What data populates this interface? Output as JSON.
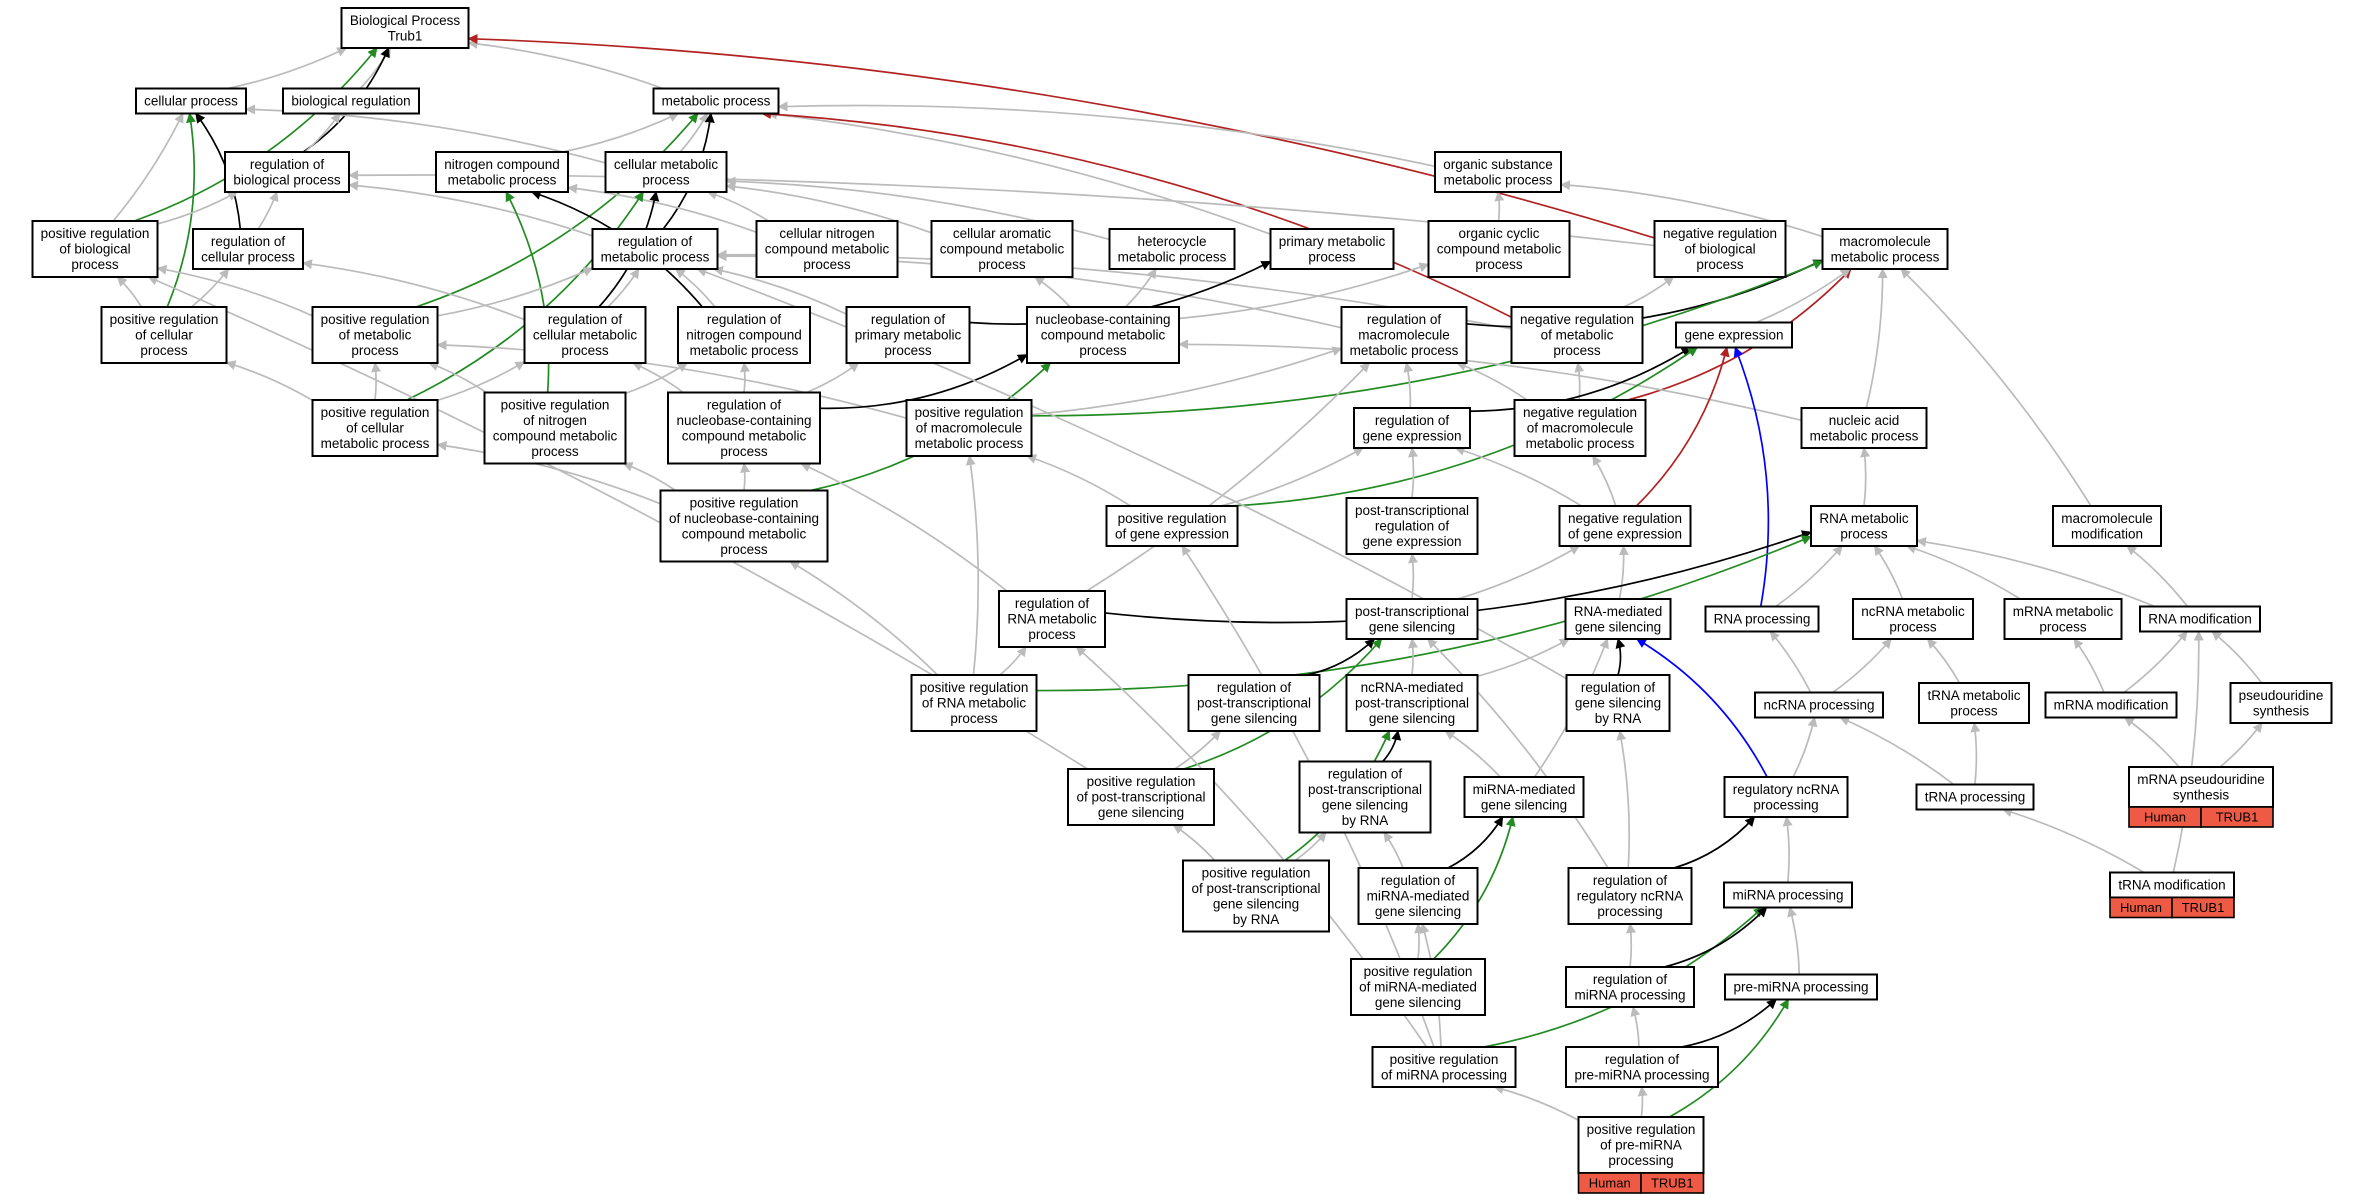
{
  "colors": {
    "grey": "#bbbbbb",
    "black": "#000000",
    "green": "#228b22",
    "red": "#b22222",
    "blue": "#0000ff",
    "tag": "#ef5a45"
  },
  "nodes": {
    "bp": {
      "lines": [
        "Biological Process",
        "Trub1"
      ]
    },
    "cp": {
      "lines": [
        "cellular process"
      ]
    },
    "breg": {
      "lines": [
        "biological regulation"
      ]
    },
    "met": {
      "lines": [
        "metabolic process"
      ]
    },
    "rbp": {
      "lines": [
        "regulation of",
        "biological process"
      ]
    },
    "ncmp": {
      "lines": [
        "nitrogen compound",
        "metabolic process"
      ]
    },
    "cmp": {
      "lines": [
        "cellular metabolic",
        "process"
      ]
    },
    "osmp": {
      "lines": [
        "organic substance",
        "metabolic process"
      ]
    },
    "prbp": {
      "lines": [
        "positive regulation",
        "of biological",
        "process"
      ]
    },
    "rcp": {
      "lines": [
        "regulation of",
        "cellular process"
      ]
    },
    "rmp": {
      "lines": [
        "regulation of",
        "metabolic process"
      ]
    },
    "cncmp": {
      "lines": [
        "cellular nitrogen",
        "compound metabolic",
        "process"
      ]
    },
    "cacmp": {
      "lines": [
        "cellular aromatic",
        "compound metabolic",
        "process"
      ]
    },
    "hmp": {
      "lines": [
        "heterocycle",
        "metabolic process"
      ]
    },
    "pmp": {
      "lines": [
        "primary metabolic",
        "process"
      ]
    },
    "occmp": {
      "lines": [
        "organic cyclic",
        "compound metabolic",
        "process"
      ]
    },
    "nrbp": {
      "lines": [
        "negative regulation",
        "of biological",
        "process"
      ]
    },
    "mmp": {
      "lines": [
        "macromolecule",
        "metabolic process"
      ]
    },
    "prcp": {
      "lines": [
        "positive regulation",
        "of cellular",
        "process"
      ]
    },
    "prmp": {
      "lines": [
        "positive regulation",
        "of metabolic",
        "process"
      ]
    },
    "rcmp": {
      "lines": [
        "regulation of",
        "cellular metabolic",
        "process"
      ]
    },
    "rncmp": {
      "lines": [
        "regulation of",
        "nitrogen compound",
        "metabolic process"
      ]
    },
    "rprmp": {
      "lines": [
        "regulation of",
        "primary metabolic",
        "process"
      ]
    },
    "nbcmp": {
      "lines": [
        "nucleobase-containing",
        "compound metabolic",
        "process"
      ]
    },
    "rmmp": {
      "lines": [
        "regulation of",
        "macromolecule",
        "metabolic process"
      ]
    },
    "nrmp": {
      "lines": [
        "negative regulation",
        "of metabolic",
        "process"
      ]
    },
    "ge": {
      "lines": [
        "gene expression"
      ]
    },
    "prcmp": {
      "lines": [
        "positive regulation",
        "of cellular",
        "metabolic process"
      ]
    },
    "prncmp": {
      "lines": [
        "positive regulation",
        "of nitrogen",
        "compound metabolic",
        "process"
      ]
    },
    "rnbcmp": {
      "lines": [
        "regulation of",
        "nucleobase-containing",
        "compound metabolic",
        "process"
      ]
    },
    "prmmp": {
      "lines": [
        "positive regulation",
        "of macromolecule",
        "metabolic process"
      ]
    },
    "rge": {
      "lines": [
        "regulation of",
        "gene expression"
      ]
    },
    "nrmmp": {
      "lines": [
        "negative regulation",
        "of macromolecule",
        "metabolic process"
      ]
    },
    "namp": {
      "lines": [
        "nucleic acid",
        "metabolic process"
      ]
    },
    "prnbcmp": {
      "lines": [
        "positive regulation",
        "of nucleobase-containing",
        "compound metabolic",
        "process"
      ]
    },
    "prge": {
      "lines": [
        "positive regulation",
        "of gene expression"
      ]
    },
    "ptrge": {
      "lines": [
        "post-transcriptional",
        "regulation of",
        "gene expression"
      ]
    },
    "nrge": {
      "lines": [
        "negative regulation",
        "of gene expression"
      ]
    },
    "rnamp": {
      "lines": [
        "RNA metabolic",
        "process"
      ]
    },
    "mmod": {
      "lines": [
        "macromolecule",
        "modification"
      ]
    },
    "rrnamp": {
      "lines": [
        "regulation of",
        "RNA metabolic",
        "process"
      ]
    },
    "ptgs": {
      "lines": [
        "post-transcriptional",
        "gene silencing"
      ]
    },
    "rnamgs": {
      "lines": [
        "RNA-mediated",
        "gene silencing"
      ]
    },
    "rnap": {
      "lines": [
        "RNA processing"
      ]
    },
    "ncrnamp": {
      "lines": [
        "ncRNA metabolic",
        "process"
      ]
    },
    "mrnamp": {
      "lines": [
        "mRNA metabolic",
        "process"
      ]
    },
    "rnamod": {
      "lines": [
        "RNA modification"
      ]
    },
    "prrnamp": {
      "lines": [
        "positive regulation",
        "of RNA metabolic",
        "process"
      ]
    },
    "rptgs": {
      "lines": [
        "regulation of",
        "post-transcriptional",
        "gene silencing"
      ]
    },
    "ncmptgs": {
      "lines": [
        "ncRNA-mediated",
        "post-transcriptional",
        "gene silencing"
      ]
    },
    "rgsrna": {
      "lines": [
        "regulation of",
        "gene silencing",
        "by RNA"
      ]
    },
    "ncrnap": {
      "lines": [
        "ncRNA processing"
      ]
    },
    "trnamp": {
      "lines": [
        "tRNA metabolic",
        "process"
      ]
    },
    "mrnamod": {
      "lines": [
        "mRNA modification"
      ]
    },
    "pseu": {
      "lines": [
        "pseudouridine",
        "synthesis"
      ]
    },
    "prptgs": {
      "lines": [
        "positive regulation",
        "of post-transcriptional",
        "gene silencing"
      ]
    },
    "rptgsrna": {
      "lines": [
        "regulation of",
        "post-transcriptional",
        "gene silencing",
        "by RNA"
      ]
    },
    "mirgs": {
      "lines": [
        "miRNA-mediated",
        "gene silencing"
      ]
    },
    "regnc": {
      "lines": [
        "regulatory ncRNA",
        "processing"
      ]
    },
    "trnap": {
      "lines": [
        "tRNA processing"
      ]
    },
    "mrnapseu": {
      "lines": [
        "mRNA pseudouridine",
        "synthesis"
      ],
      "tags": [
        "Human",
        "TRUB1"
      ]
    },
    "prptgsrna": {
      "lines": [
        "positive regulation",
        "of post-transcriptional",
        "gene silencing",
        "by RNA"
      ]
    },
    "rmirgs": {
      "lines": [
        "regulation of",
        "miRNA-mediated",
        "gene silencing"
      ]
    },
    "rregnc": {
      "lines": [
        "regulation of",
        "regulatory ncRNA",
        "processing"
      ]
    },
    "mirp": {
      "lines": [
        "miRNA processing"
      ]
    },
    "trnamod": {
      "lines": [
        "tRNA modification"
      ],
      "tags": [
        "Human",
        "TRUB1"
      ]
    },
    "prmirgs": {
      "lines": [
        "positive regulation",
        "of miRNA-mediated",
        "gene silencing"
      ]
    },
    "rmirp": {
      "lines": [
        "regulation of",
        "miRNA processing"
      ]
    },
    "premirp": {
      "lines": [
        "pre-miRNA processing"
      ]
    },
    "prmirp": {
      "lines": [
        "positive regulation",
        "of miRNA processing"
      ]
    },
    "rpremirp": {
      "lines": [
        "regulation of",
        "pre-miRNA processing"
      ]
    },
    "prpremirp": {
      "lines": [
        "positive regulation",
        "of pre-miRNA",
        "processing"
      ],
      "tags": [
        "Human",
        "TRUB1"
      ]
    }
  },
  "edges": [
    [
      "cp",
      "bp",
      "grey"
    ],
    [
      "breg",
      "bp",
      "grey"
    ],
    [
      "met",
      "bp",
      "grey"
    ],
    [
      "rbp",
      "bp",
      "black"
    ],
    [
      "prbp",
      "bp",
      "green"
    ],
    [
      "nrbp",
      "bp",
      "red"
    ],
    [
      "rbp",
      "breg",
      "grey"
    ],
    [
      "cmp",
      "cp",
      "grey"
    ],
    [
      "rcp",
      "cp",
      "black"
    ],
    [
      "prcp",
      "cp",
      "green"
    ],
    [
      "prbp",
      "cp",
      "grey"
    ],
    [
      "ncmp",
      "met",
      "grey"
    ],
    [
      "cmp",
      "met",
      "grey"
    ],
    [
      "osmp",
      "met",
      "grey"
    ],
    [
      "pmp",
      "met",
      "grey"
    ],
    [
      "rmp",
      "met",
      "black"
    ],
    [
      "prmp",
      "met",
      "green"
    ],
    [
      "nrmp",
      "met",
      "red"
    ],
    [
      "prbp",
      "rbp",
      "grey"
    ],
    [
      "rcp",
      "rbp",
      "grey"
    ],
    [
      "rmp",
      "rbp",
      "grey"
    ],
    [
      "nrbp",
      "rbp",
      "grey"
    ],
    [
      "rncmp",
      "ncmp",
      "black"
    ],
    [
      "cncmp",
      "ncmp",
      "grey"
    ],
    [
      "prncmp",
      "ncmp",
      "green"
    ],
    [
      "rcmp",
      "cmp",
      "black"
    ],
    [
      "cncmp",
      "cmp",
      "grey"
    ],
    [
      "cacmp",
      "cmp",
      "grey"
    ],
    [
      "hmp",
      "cmp",
      "grey"
    ],
    [
      "prcmp",
      "cmp",
      "green"
    ],
    [
      "occmp",
      "osmp",
      "grey"
    ],
    [
      "mmp",
      "osmp",
      "grey"
    ],
    [
      "prcp",
      "prbp",
      "grey"
    ],
    [
      "prmp",
      "prbp",
      "grey"
    ],
    [
      "rcmp",
      "rcp",
      "grey"
    ],
    [
      "prcp",
      "rcp",
      "grey"
    ],
    [
      "rcmp",
      "rmp",
      "grey"
    ],
    [
      "rncmp",
      "rmp",
      "grey"
    ],
    [
      "rprmp",
      "rmp",
      "grey"
    ],
    [
      "rmmp",
      "rmp",
      "grey"
    ],
    [
      "nrmp",
      "rmp",
      "grey"
    ],
    [
      "prmp",
      "rmp",
      "grey"
    ],
    [
      "nbcmp",
      "cacmp",
      "grey"
    ],
    [
      "nbcmp",
      "hmp",
      "grey"
    ],
    [
      "rprmp",
      "pmp",
      "black"
    ],
    [
      "nbcmp",
      "occmp",
      "grey"
    ],
    [
      "rmmp",
      "mmp",
      "black"
    ],
    [
      "prmmp",
      "mmp",
      "green"
    ],
    [
      "nrmmp",
      "mmp",
      "red"
    ],
    [
      "namp",
      "mmp",
      "grey"
    ],
    [
      "mmod",
      "mmp",
      "grey"
    ],
    [
      "ge",
      "mmp",
      "grey"
    ],
    [
      "nrmp",
      "nrbp",
      "grey"
    ],
    [
      "prcmp",
      "prcp",
      "grey"
    ],
    [
      "prcmp",
      "prmp",
      "grey"
    ],
    [
      "prncmp",
      "prmp",
      "grey"
    ],
    [
      "prmmp",
      "prmp",
      "grey"
    ],
    [
      "prcmp",
      "rcmp",
      "grey"
    ],
    [
      "rnbcmp",
      "rcmp",
      "grey"
    ],
    [
      "rnbcmp",
      "rncmp",
      "grey"
    ],
    [
      "prncmp",
      "rncmp",
      "grey"
    ],
    [
      "rnbcmp",
      "rprmp",
      "grey"
    ],
    [
      "rnbcmp",
      "nbcmp",
      "black"
    ],
    [
      "prnbcmp",
      "nbcmp",
      "green"
    ],
    [
      "namp",
      "nbcmp",
      "grey"
    ],
    [
      "rge",
      "rmmp",
      "grey"
    ],
    [
      "nrmmp",
      "rmmp",
      "grey"
    ],
    [
      "prmmp",
      "rmmp",
      "grey"
    ],
    [
      "rrnamp",
      "rmmp",
      "grey"
    ],
    [
      "nrmmp",
      "nrmp",
      "grey"
    ],
    [
      "rge",
      "ge",
      "black"
    ],
    [
      "prge",
      "ge",
      "green"
    ],
    [
      "nrge",
      "ge",
      "red"
    ],
    [
      "rnap",
      "ge",
      "blue"
    ],
    [
      "prnbcmp",
      "prcmp",
      "grey"
    ],
    [
      "prnbcmp",
      "prncmp",
      "grey"
    ],
    [
      "prnbcmp",
      "rnbcmp",
      "grey"
    ],
    [
      "rrnamp",
      "rnbcmp",
      "grey"
    ],
    [
      "prge",
      "prmmp",
      "grey"
    ],
    [
      "prrnamp",
      "prmmp",
      "grey"
    ],
    [
      "prge",
      "rge",
      "grey"
    ],
    [
      "ptrge",
      "rge",
      "grey"
    ],
    [
      "nrge",
      "rge",
      "grey"
    ],
    [
      "nrge",
      "nrmmp",
      "grey"
    ],
    [
      "rnamp",
      "namp",
      "grey"
    ],
    [
      "prrnamp",
      "prnbcmp",
      "grey"
    ],
    [
      "ptgs",
      "ptrge",
      "grey"
    ],
    [
      "ptgs",
      "nrge",
      "grey"
    ],
    [
      "rnamgs",
      "nrge",
      "grey"
    ],
    [
      "rrnamp",
      "rnamp",
      "black"
    ],
    [
      "prrnamp",
      "rnamp",
      "green"
    ],
    [
      "rnap",
      "rnamp",
      "grey"
    ],
    [
      "ncrnamp",
      "rnamp",
      "grey"
    ],
    [
      "mrnamp",
      "rnamp",
      "grey"
    ],
    [
      "rnamod",
      "rnamp",
      "grey"
    ],
    [
      "rnamod",
      "mmod",
      "grey"
    ],
    [
      "prrnamp",
      "rrnamp",
      "grey"
    ],
    [
      "rptgs",
      "ptgs",
      "black"
    ],
    [
      "ncmptgs",
      "ptgs",
      "grey"
    ],
    [
      "prptgs",
      "ptgs",
      "green"
    ],
    [
      "ncmptgs",
      "rnamgs",
      "grey"
    ],
    [
      "rgsrna",
      "rnamgs",
      "black"
    ],
    [
      "mirgs",
      "rnamgs",
      "grey"
    ],
    [
      "regnc",
      "rnamgs",
      "blue"
    ],
    [
      "ncrnap",
      "rnap",
      "grey"
    ],
    [
      "ncrnap",
      "ncrnamp",
      "grey"
    ],
    [
      "trnamp",
      "ncrnamp",
      "grey"
    ],
    [
      "mrnamod",
      "mrnamp",
      "grey"
    ],
    [
      "mrnamod",
      "rnamod",
      "grey"
    ],
    [
      "pseu",
      "rnamod",
      "grey"
    ],
    [
      "prptgs",
      "rptgs",
      "grey"
    ],
    [
      "rptgsrna",
      "ncmptgs",
      "black"
    ],
    [
      "mirgs",
      "ncmptgs",
      "grey"
    ],
    [
      "prptgsrna",
      "ncmptgs",
      "green"
    ],
    [
      "rregnc",
      "rgsrna",
      "grey"
    ],
    [
      "regnc",
      "ncrnap",
      "grey"
    ],
    [
      "trnap",
      "ncrnap",
      "grey"
    ],
    [
      "trnap",
      "trnamp",
      "grey"
    ],
    [
      "mrnapseu",
      "mrnamod",
      "grey"
    ],
    [
      "mrnapseu",
      "pseu",
      "grey"
    ],
    [
      "prptgsrna",
      "prptgs",
      "grey"
    ],
    [
      "prptgsrna",
      "rptgsrna",
      "grey"
    ],
    [
      "rmirgs",
      "mirgs",
      "black"
    ],
    [
      "prmirgs",
      "mirgs",
      "green"
    ],
    [
      "rmirgs",
      "rptgsrna",
      "grey"
    ],
    [
      "rregnc",
      "regnc",
      "black"
    ],
    [
      "mirp",
      "regnc",
      "grey"
    ],
    [
      "trnamod",
      "trnap",
      "grey"
    ],
    [
      "prmirgs",
      "rmirgs",
      "grey"
    ],
    [
      "rmirp",
      "rregnc",
      "grey"
    ],
    [
      "prmirp",
      "mirp",
      "green"
    ],
    [
      "rmirp",
      "mirp",
      "black"
    ],
    [
      "premirp",
      "mirp",
      "grey"
    ],
    [
      "trnamod",
      "rnamod",
      "grey"
    ],
    [
      "prmirp",
      "rmirgs",
      "grey"
    ],
    [
      "rpremirp",
      "rmirp",
      "grey"
    ],
    [
      "rpremirp",
      "premirp",
      "black"
    ],
    [
      "prpremirp",
      "premirp",
      "green"
    ],
    [
      "prpremirp",
      "rpremirp",
      "grey"
    ],
    [
      "prpremirp",
      "prmirp",
      "grey"
    ],
    [
      "prmirp",
      "rrnamp",
      "grey"
    ],
    [
      "prptgs",
      "prbp",
      "grey"
    ],
    [
      "prmirp",
      "prge",
      "grey"
    ],
    [
      "rregnc",
      "ptgs",
      "grey"
    ],
    [
      "rgsrna",
      "rmp",
      "grey"
    ]
  ]
}
